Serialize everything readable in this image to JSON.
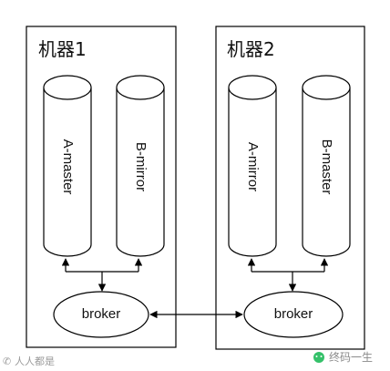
{
  "diagram": {
    "machine1": {
      "title": "机器1",
      "queues": [
        "A-master",
        "B-mirror"
      ],
      "broker": "broker"
    },
    "machine2": {
      "title": "机器2",
      "queues": [
        "A-mirror",
        "B-master"
      ],
      "broker": "broker"
    }
  },
  "watermark": {
    "left": "人人都是",
    "right": "终码一生"
  },
  "colors": {
    "stroke": "#000000",
    "text": "#111111",
    "watermark": "#9a9a9a",
    "wechat_green": "#35c16a"
  }
}
